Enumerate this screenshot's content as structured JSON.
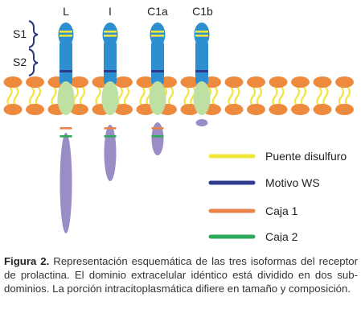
{
  "isoforms": [
    {
      "label": "L"
    },
    {
      "label": "I"
    },
    {
      "label": "C1a"
    },
    {
      "label": "C1b"
    }
  ],
  "domains": {
    "s1": "S1",
    "s2": "S2"
  },
  "legend": [
    {
      "label": "Puente disulfuro",
      "color": "#f2e73c"
    },
    {
      "label": "Motivo WS",
      "color": "#2e3a8c"
    },
    {
      "label": "Caja 1",
      "color": "#e8834a"
    },
    {
      "label": "Caja 2",
      "color": "#2ea85a"
    }
  ],
  "colors": {
    "lipid_head": "#ee8a3d",
    "lipid_tail": "#f3e442",
    "extracellular": "#2e8fd0",
    "transmembrane": "#bfe0a3",
    "intracellular": "#9a8cc4",
    "bracket": "#2a3a7a"
  },
  "caption": {
    "prefix": "Figura 2.",
    "text": "Representación esquemática de las tres isoformas del receptor de prolactina. El dominio extracelular idéntico está dividido en dos sub-dominios. La porción intracitoplasmática difiere en tamaño y composición."
  }
}
